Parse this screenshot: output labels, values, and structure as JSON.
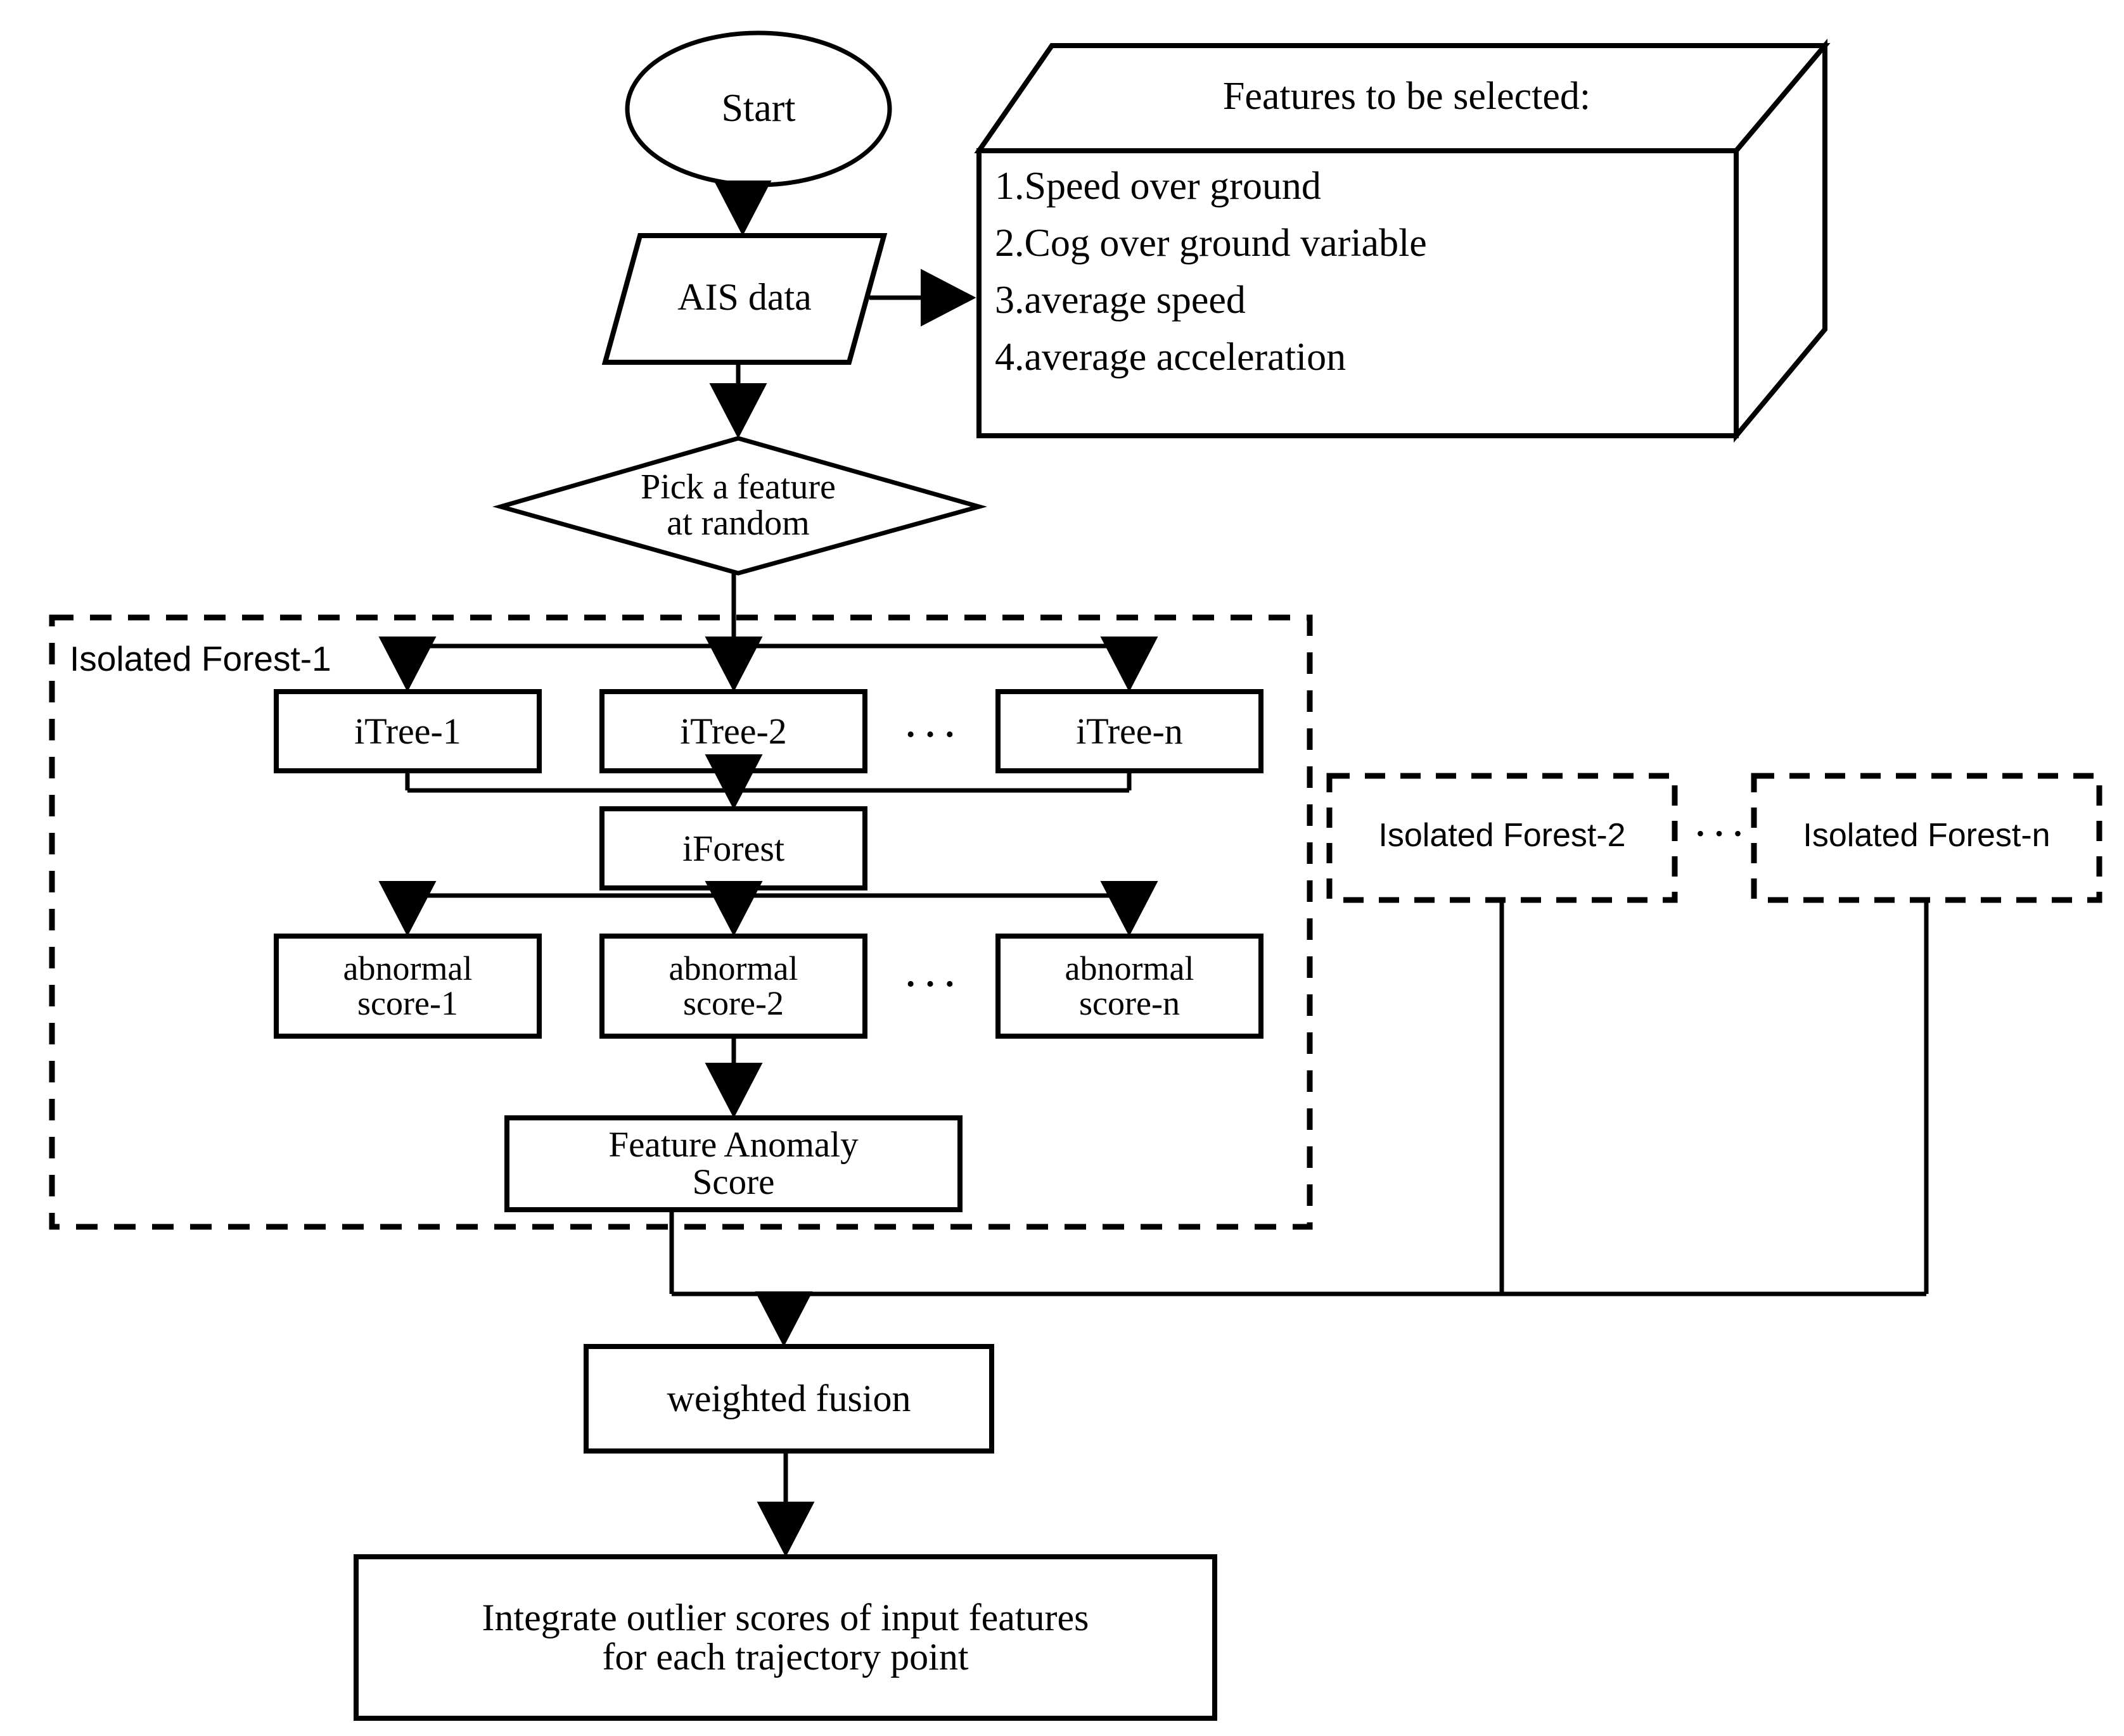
{
  "diagram": {
    "title": "Isolated Forest feature anomaly scoring flowchart",
    "nodes": {
      "start": {
        "label": "Start",
        "shape": "ellipse"
      },
      "ais_data": {
        "label": "AIS data",
        "shape": "parallelogram"
      },
      "pick_feature": {
        "label": "Pick a feature\nat random",
        "shape": "diamond"
      },
      "features_box": {
        "title": "Features to be selected:",
        "shape": "cube-3d",
        "items": [
          "1.Speed over ground",
          "2.Cog over ground variable",
          "3.average speed",
          "4.average acceleration"
        ]
      },
      "forest_1": {
        "label": "Isolated Forest-1",
        "shape": "dashed-container"
      },
      "forest_2": {
        "label": "Isolated Forest-2",
        "shape": "dashed-box"
      },
      "forest_n": {
        "label": "Isolated Forest-n",
        "shape": "dashed-box"
      },
      "itree_1": {
        "label": "iTree-1",
        "shape": "rect"
      },
      "itree_2": {
        "label": "iTree-2",
        "shape": "rect"
      },
      "itree_n": {
        "label": "iTree-n",
        "shape": "rect"
      },
      "iforest": {
        "label": "iForest",
        "shape": "rect"
      },
      "score_1": {
        "label": "abnormal\nscore-1",
        "shape": "rect"
      },
      "score_2": {
        "label": "abnormal\nscore-2",
        "shape": "rect"
      },
      "score_n": {
        "label": "abnormal\nscore-n",
        "shape": "rect"
      },
      "feature_anomaly_score": {
        "label": "Feature Anomaly\nScore",
        "shape": "rect"
      },
      "weighted_fusion": {
        "label": "weighted fusion",
        "shape": "rect"
      },
      "integrate_outlier": {
        "label": "Integrate outlier scores of input features\nfor each trajectory point",
        "shape": "rect"
      }
    },
    "ellipsis": {
      "itree_gap": "• • •",
      "score_gap": "• • •",
      "forest_gap": "• • •"
    },
    "colors": {
      "stroke": "#000000",
      "fill": "#ffffff",
      "background": "#ffffff"
    }
  }
}
